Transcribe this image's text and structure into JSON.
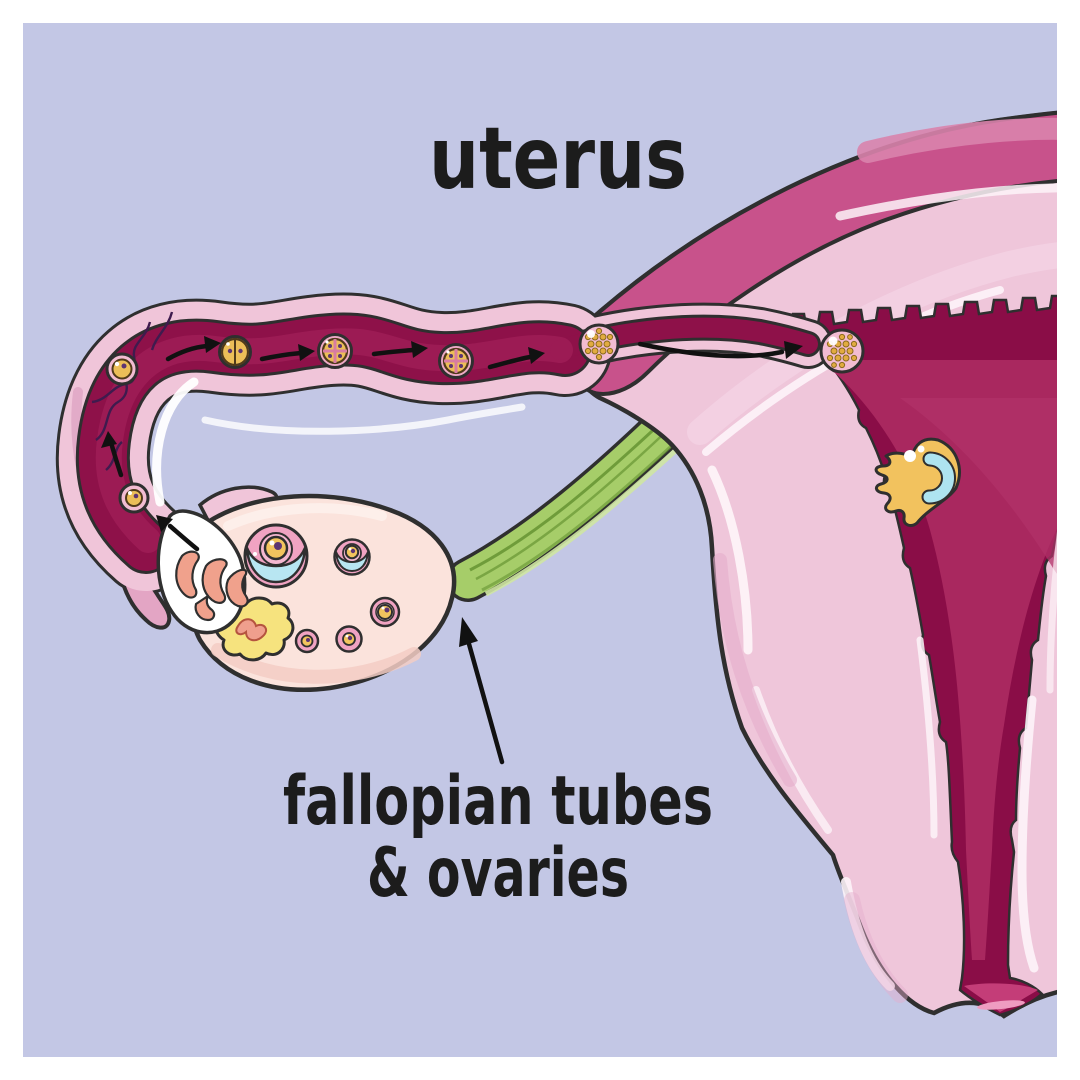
{
  "labels": {
    "uterus": "uterus",
    "fallopian_line1": "fallopian tubes",
    "fallopian_line2": "& ovaries"
  },
  "palette": {
    "page_background": "#ffffff",
    "canvas_background": "#c3c7e5",
    "outline_black": "#2f2f2f",
    "label_text": "#1c1c1c",
    "tube_pink": "#f0c5d9",
    "tube_lumen_maroon": "#8e1149",
    "lumen_core": "#a2205a",
    "uterus_outer_band": "#c8528b",
    "uterus_wall_pink": "#efc6da",
    "endometrium_dark": "#8a0d47",
    "cavity_mid": "#a9285f",
    "cervix_opening": "#c43d78",
    "ligament_green": "#a6cd69",
    "ovary_cream": "#fbe3dc",
    "follicle_pink": "#f0a3c2",
    "egg_yellow": "#f2c45e",
    "nucleus_purple": "#5c3472",
    "blastocoel_blue": "#aee4f0",
    "corpus_luteum_yellow": "#f6e37e",
    "fimbriae_salmon": "#f0a18c"
  },
  "parts": [
    "uterus",
    "fallopian-tube",
    "ovary",
    "ovarian-ligament",
    "fimbriae",
    "endometrium",
    "cervical-canal",
    "blastocyst",
    "morula",
    "dividing-cells",
    "egg-cell",
    "sperm",
    "corpus-luteum",
    "ovarian-follicles"
  ]
}
